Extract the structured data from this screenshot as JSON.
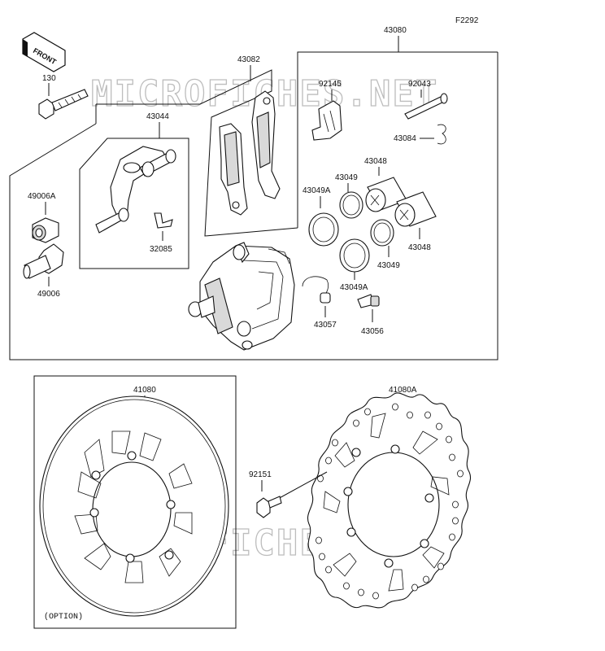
{
  "diagram": {
    "code": "F2292",
    "front_label": "FRONT",
    "option_label": "(OPTION)",
    "watermark": "MICROFICHES.NET",
    "parts": {
      "p130": "130",
      "p43082": "43082",
      "p43080": "43080",
      "p92145": "92145",
      "p92043": "92043",
      "p43084": "43084",
      "p43044": "43044",
      "p43048a": "43048",
      "p43048b": "43048",
      "p43049a": "43049",
      "p43049b": "43049",
      "p43049A_a": "43049A",
      "p43049A_b": "43049A",
      "p49006A": "49006A",
      "p49006": "49006",
      "p32085": "32085",
      "p43057": "43057",
      "p43056": "43056",
      "p41080": "41080",
      "p41080A": "41080A",
      "p92151": "92151"
    }
  }
}
